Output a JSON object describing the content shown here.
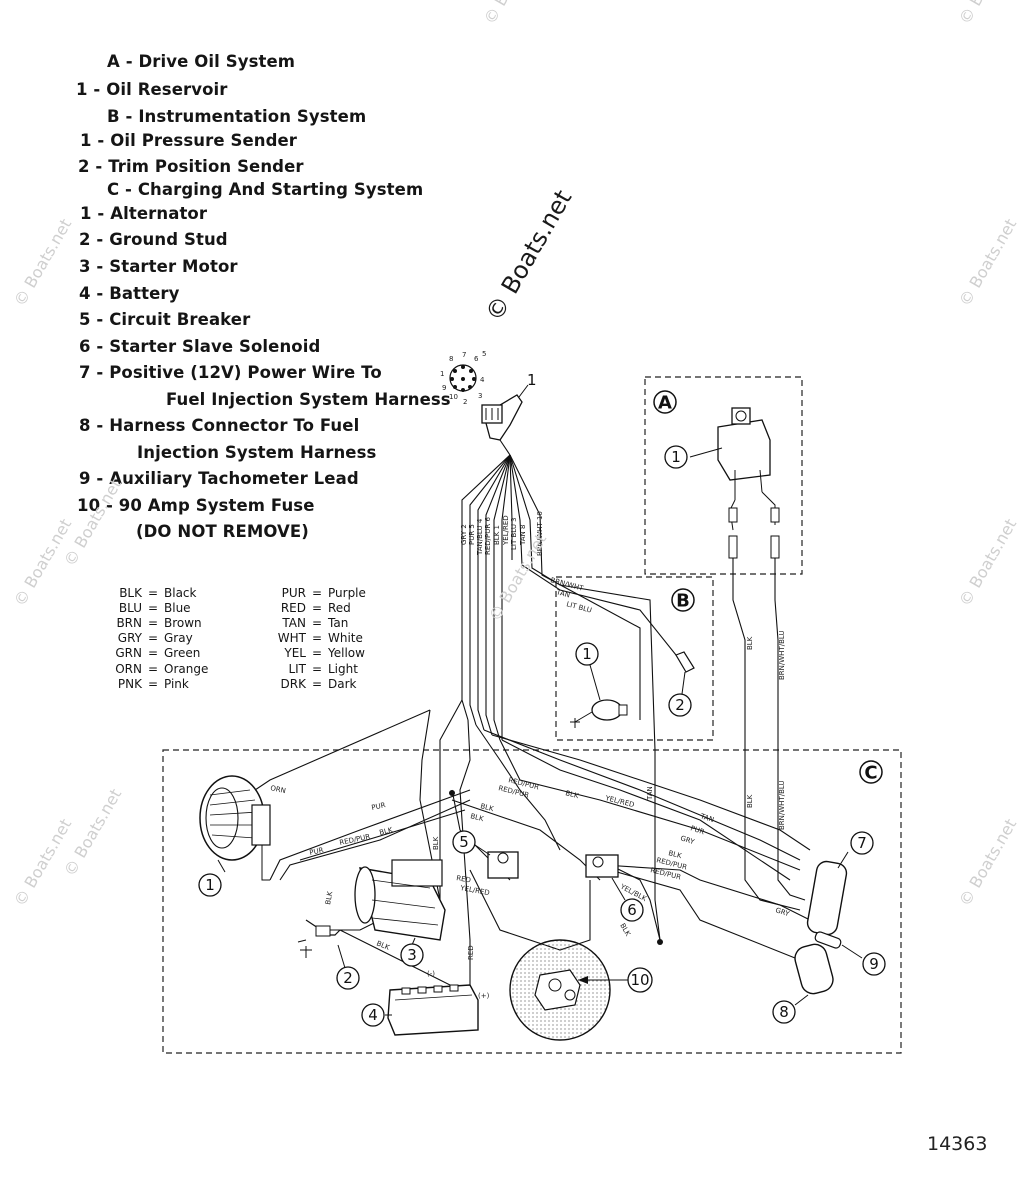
{
  "legend": {
    "items": [
      {
        "text": "A - Drive Oil System"
      },
      {
        "text": "1 - Oil Reservoir"
      },
      {
        "text": "B - Instrumentation System"
      },
      {
        "text": "1 - Oil Pressure Sender"
      },
      {
        "text": "2 - Trim Position Sender"
      },
      {
        "text": "C - Charging And Starting System"
      },
      {
        "text": "1 - Alternator"
      },
      {
        "text": "2 - Ground Stud"
      },
      {
        "text": "3 - Starter Motor"
      },
      {
        "text": "4 - Battery"
      },
      {
        "text": "5 - Circuit Breaker"
      },
      {
        "text": "6 - Starter Slave Solenoid"
      },
      {
        "text": "7 - Positive (12V) Power Wire To"
      },
      {
        "text": "Fuel Injection System Harness"
      },
      {
        "text": "8 - Harness Connector To Fuel"
      },
      {
        "text": "Injection System Harness"
      },
      {
        "text": "9 - Auxiliary Tachometer Lead"
      },
      {
        "text": "10 - 90 Amp System Fuse"
      },
      {
        "text": "(DO NOT REMOVE)"
      }
    ]
  },
  "color_codes": {
    "left": [
      {
        "abbr": "BLK",
        "eq": "=",
        "name": "Black"
      },
      {
        "abbr": "BLU",
        "eq": "=",
        "name": "Blue"
      },
      {
        "abbr": "BRN",
        "eq": "=",
        "name": "Brown"
      },
      {
        "abbr": "GRY",
        "eq": "=",
        "name": "Gray"
      },
      {
        "abbr": "GRN",
        "eq": "=",
        "name": "Green"
      },
      {
        "abbr": "ORN",
        "eq": "=",
        "name": "Orange"
      },
      {
        "abbr": "PNK",
        "eq": "=",
        "name": "Pink"
      }
    ],
    "right": [
      {
        "abbr": "PUR",
        "eq": "=",
        "name": "Purple"
      },
      {
        "abbr": "RED",
        "eq": "=",
        "name": "Red"
      },
      {
        "abbr": "TAN",
        "eq": "=",
        "name": "Tan"
      },
      {
        "abbr": "WHT",
        "eq": "=",
        "name": "White"
      },
      {
        "abbr": "YEL",
        "eq": "=",
        "name": "Yellow"
      },
      {
        "abbr": "LIT",
        "eq": "=",
        "name": "Light"
      },
      {
        "abbr": "DRK",
        "eq": "=",
        "name": "Dark"
      }
    ]
  },
  "sections": {
    "a": "A",
    "b": "B",
    "c": "C"
  },
  "callouts": {
    "plug": "1",
    "a1": "1",
    "b1": "1",
    "b2": "2",
    "c1": "1",
    "c2": "2",
    "c3": "3",
    "c4": "4",
    "c5": "5",
    "c6": "6",
    "c7": "7",
    "c8": "8",
    "c9": "9",
    "c10": "10"
  },
  "plug_pins": [
    "8",
    "7",
    "6",
    "5",
    "4",
    "3",
    "2",
    "1",
    "10",
    "9"
  ],
  "wire_labels": {
    "gry2": "GRY 2",
    "pur5": "PUR 5",
    "tanblu4": "TAN/BLU 4",
    "redpur6": "RED/PUR 6",
    "blk1": "BLK 1",
    "yelred": "YEL/RED",
    "litblu3": "LIT BLU 3",
    "tan8": "TAN 8",
    "brnwht10": "BRN/WHT 10",
    "brnwht": "BRN/WHT",
    "tan": "TAN",
    "litblu": "LIT BLU",
    "blk": "BLK",
    "brnwhtblu": "BRN/WHT/BLU",
    "orn": "ORN",
    "pur": "PUR",
    "redpur": "RED/PUR",
    "red": "RED",
    "yelred2": "YEL/RED",
    "yelblk": "YEL/BLK",
    "gry": "GRY",
    "battery_neg": "(-)",
    "battery_pos": "(+)"
  },
  "watermark": {
    "main": "© Boats.net",
    "faint": "© Boats.net"
  },
  "figure_number": "14363"
}
